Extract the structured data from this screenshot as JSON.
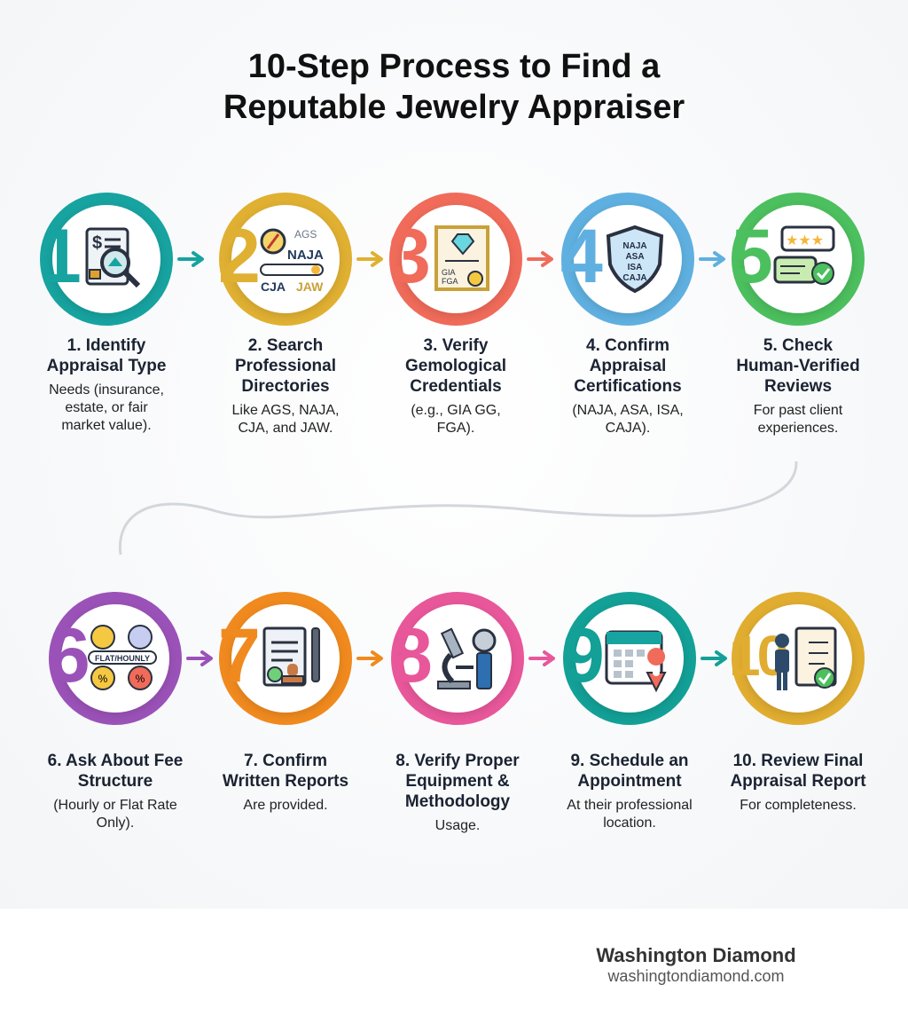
{
  "title_lines": [
    "10-Step Process to Find a",
    "Reputable Jewelry Appraiser"
  ],
  "steps": [
    {
      "number": "1",
      "title": "1. Identify Appraisal Type",
      "description": "Needs (insurance, estate, or fair market value).",
      "color": "#17a3a0",
      "icon": "document-magnifier-house-icon"
    },
    {
      "number": "2",
      "title": "2. Search Professional Directories",
      "description": "Like AGS, NAJA, CJA, and JAW.",
      "color": "#e0b032",
      "icon": "compass-search-directory-icon",
      "icon_text": [
        "AGS",
        "NAJA",
        "CJA",
        "JAW"
      ]
    },
    {
      "number": "3",
      "title": "3. Verify Gemological Credentials",
      "description": "(e.g., GIA GG, FGA).",
      "color": "#f06b5a",
      "icon": "diamond-certificate-icon",
      "icon_text": [
        "GIA",
        "FGA"
      ]
    },
    {
      "number": "4",
      "title": "4. Confirm Appraisal Certifications",
      "description": "(NAJA, ASA, ISA, CAJA).",
      "color": "#5fb0e0",
      "icon": "shield-icon",
      "icon_text": [
        "NAJA",
        "ASA",
        "ISA",
        "CAJA"
      ]
    },
    {
      "number": "5",
      "title": "5. Check Human-Verified Reviews",
      "description": "For past client experiences.",
      "color": "#4cbf5e",
      "icon": "star-review-chat-icon"
    },
    {
      "number": "6",
      "title": "6. Ask About Fee Structure",
      "description": "(Hourly or Flat Rate Only).",
      "color": "#9b52b8",
      "icon": "coins-clock-fee-icon",
      "icon_text": [
        "FLAT/HOUNLY"
      ]
    },
    {
      "number": "7",
      "title": "7. Confirm Written Reports",
      "description": "Are provided.",
      "color": "#f08a1e",
      "icon": "document-stamp-pen-icon"
    },
    {
      "number": "8",
      "title": "8. Verify Proper Equipment & Methodology",
      "description": "Usage.",
      "color": "#e8579a",
      "icon": "microscope-loupe-icon"
    },
    {
      "number": "9",
      "title": "9. Schedule an Appointment",
      "description": "At their professional location.",
      "color": "#13a097",
      "icon": "calendar-location-icon"
    },
    {
      "number": "10",
      "title": "10. Review Final Appraisal Report",
      "description": "For completeness.",
      "color": "#e0ad30",
      "icon": "presenter-clipboard-check-icon"
    }
  ],
  "brand": {
    "name": "Washington Diamond",
    "url": "washingtondiamond.com"
  }
}
